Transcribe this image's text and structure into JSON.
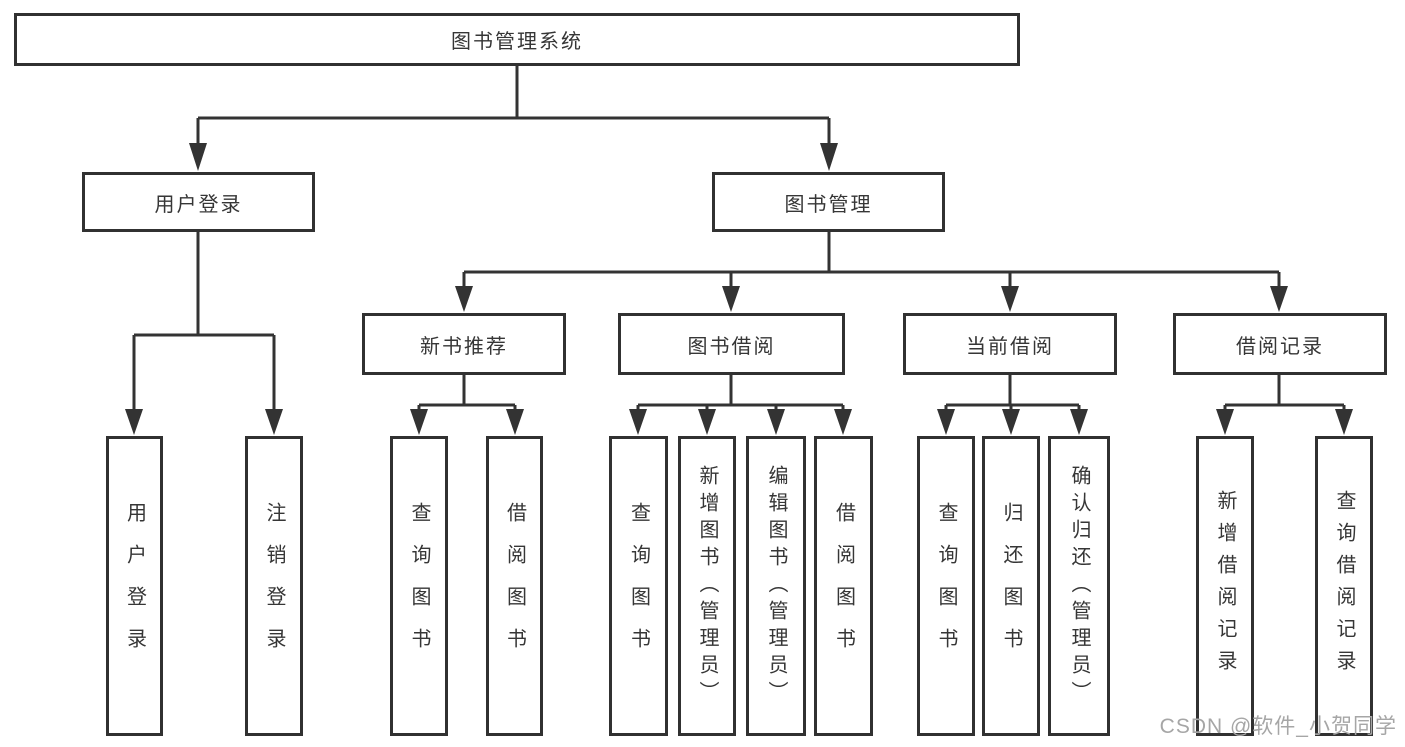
{
  "diagram": {
    "root": {
      "label": "图书管理系统"
    },
    "level2": [
      {
        "label": "用户登录"
      },
      {
        "label": "图书管理"
      }
    ],
    "level3": [
      {
        "label": "新书推荐"
      },
      {
        "label": "图书借阅"
      },
      {
        "label": "当前借阅"
      },
      {
        "label": "借阅记录"
      }
    ],
    "leaves": {
      "login": [
        "用户登录",
        "注销登录"
      ],
      "recommend": [
        "查询图书",
        "借阅图书"
      ],
      "borrow": [
        "查询图书",
        "新增图书（管理员）",
        "编辑图书（管理员）",
        "借阅图书"
      ],
      "current": [
        "查询图书",
        "归还图书",
        "确认归还（管理员）"
      ],
      "records": [
        "新增借阅记录",
        "查询借阅记录"
      ]
    },
    "line_color": "#333333"
  },
  "watermark": {
    "text": "CSDN @软件_小贺同学",
    "color": "#a6a6a6"
  }
}
